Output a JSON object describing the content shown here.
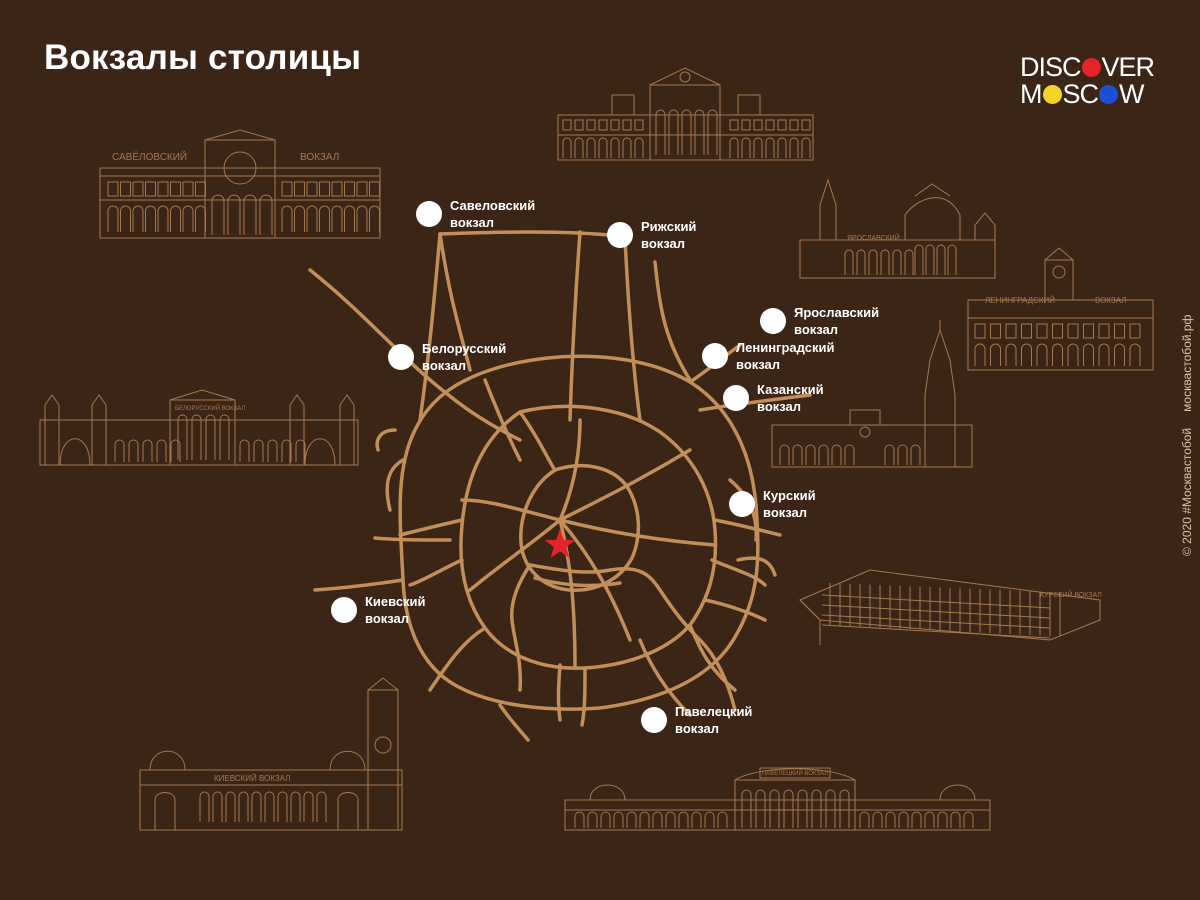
{
  "title": "Вокзалы столицы",
  "logo": {
    "line1_before": "DISC",
    "line1_after": "VER",
    "line2_before": "M",
    "line2_middle": "SC",
    "line2_after": "W",
    "dot_colors": [
      "#e3242b",
      "#f2d32a",
      "#1d4fd6"
    ]
  },
  "footer": {
    "copyright": "© 2020 #Москвастобой",
    "site": "москвастобой.рф"
  },
  "colors": {
    "background": "#3b2516",
    "roads": "#c28e5a",
    "buildings": "#a47952",
    "center_star": "#e3242b",
    "station_marker": "#ffffff"
  },
  "map": {
    "center_marker": "star-icon",
    "stations": [
      {
        "id": "savelovsky",
        "lines": [
          "Савеловский",
          "вокзал"
        ]
      },
      {
        "id": "rizhsky",
        "lines": [
          "Рижский",
          "вокзал"
        ]
      },
      {
        "id": "yaroslavsky",
        "lines": [
          "Ярославский",
          "вокзал"
        ]
      },
      {
        "id": "belorussky",
        "lines": [
          "Белорусский",
          "вокзал"
        ]
      },
      {
        "id": "leningradsky",
        "lines": [
          "Ленинградский",
          "вокзал"
        ]
      },
      {
        "id": "kazansky",
        "lines": [
          "Казанский",
          "вокзал"
        ]
      },
      {
        "id": "kursky",
        "lines": [
          "Курский",
          "вокзал"
        ]
      },
      {
        "id": "kievsky",
        "lines": [
          "Киевский",
          "вокзал"
        ]
      },
      {
        "id": "paveletsky",
        "lines": [
          "Павелецкий",
          "вокзал"
        ]
      }
    ]
  },
  "buildings": {
    "savelovsky": {
      "sign_left": "САВЁЛОВСКИЙ",
      "sign_right": "ВОКЗАЛ"
    },
    "leningradsky": {
      "sign_left": "ЛЕНИНГРАДСКИЙ",
      "sign_right": "ВОКЗАЛ"
    },
    "yaroslavsky": {
      "sign": "ЯРОСЛАВСКИЙ"
    },
    "belorussky": {
      "sign": "БЕЛОРУССКИЙ ВОКЗАЛ"
    },
    "kursky": {
      "sign": "КУРСКИЙ ВОКЗАЛ"
    },
    "kievsky": {
      "sign": "КИЕВСКИЙ ВОКЗАЛ"
    },
    "paveletsky": {
      "sign": "ПАВЕЛЕЦКИЙ ВОКЗАЛ"
    }
  }
}
